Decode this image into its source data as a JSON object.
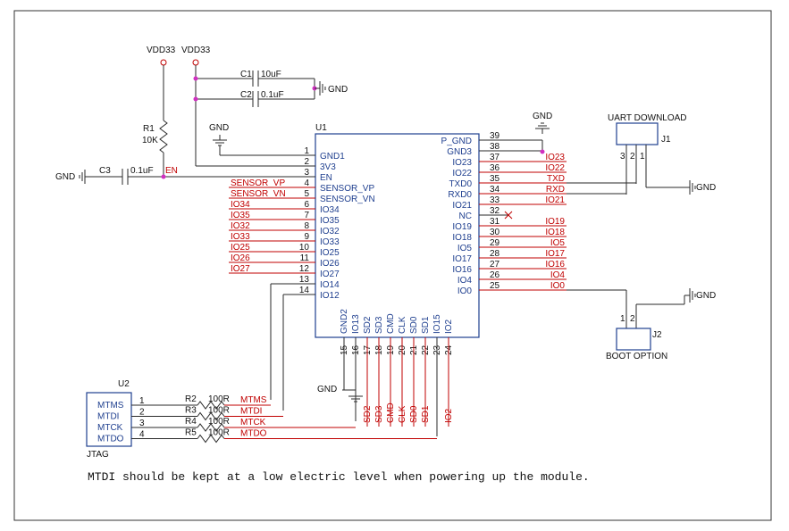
{
  "power": {
    "vdd_left": "VDD33",
    "vdd_right": "VDD33",
    "gnd": "GND"
  },
  "components": {
    "r1": {
      "ref": "R1",
      "value": "10K"
    },
    "c1": {
      "ref": "C1",
      "value": "10uF"
    },
    "c2": {
      "ref": "C2",
      "value": "0.1uF"
    },
    "c3": {
      "ref": "C3",
      "value": "0.1uF"
    },
    "r2": {
      "ref": "R2",
      "value": "100R"
    },
    "r3": {
      "ref": "R3",
      "value": "100R"
    },
    "r4": {
      "ref": "R4",
      "value": "100R"
    },
    "r5": {
      "ref": "R5",
      "value": "100R"
    }
  },
  "u1": {
    "ref": "U1",
    "left_pins": [
      {
        "num": "1",
        "name": "GND1",
        "net": ""
      },
      {
        "num": "2",
        "name": "3V3",
        "net": ""
      },
      {
        "num": "3",
        "name": "EN",
        "net": "EN"
      },
      {
        "num": "4",
        "name": "SENSOR_VP",
        "net": "SENSOR_VP"
      },
      {
        "num": "5",
        "name": "SENSOR_VN",
        "net": "SENSOR_VN"
      },
      {
        "num": "6",
        "name": "IO34",
        "net": "IO34"
      },
      {
        "num": "7",
        "name": "IO35",
        "net": "IO35"
      },
      {
        "num": "8",
        "name": "IO32",
        "net": "IO32"
      },
      {
        "num": "9",
        "name": "IO33",
        "net": "IO33"
      },
      {
        "num": "10",
        "name": "IO25",
        "net": "IO25"
      },
      {
        "num": "11",
        "name": "IO26",
        "net": "IO26"
      },
      {
        "num": "12",
        "name": "IO27",
        "net": "IO27"
      },
      {
        "num": "13",
        "name": "IO14",
        "net": ""
      },
      {
        "num": "14",
        "name": "IO12",
        "net": ""
      }
    ],
    "right_pins": [
      {
        "num": "39",
        "name": "P_GND",
        "net": ""
      },
      {
        "num": "38",
        "name": "GND3",
        "net": ""
      },
      {
        "num": "37",
        "name": "IO23",
        "net": "IO23"
      },
      {
        "num": "36",
        "name": "IO22",
        "net": "IO22"
      },
      {
        "num": "35",
        "name": "TXD0",
        "net": "TXD"
      },
      {
        "num": "34",
        "name": "RXD0",
        "net": "RXD"
      },
      {
        "num": "33",
        "name": "IO21",
        "net": "IO21"
      },
      {
        "num": "32",
        "name": "NC",
        "net": ""
      },
      {
        "num": "31",
        "name": "IO19",
        "net": "IO19"
      },
      {
        "num": "30",
        "name": "IO18",
        "net": "IO18"
      },
      {
        "num": "29",
        "name": "IO5",
        "net": "IO5"
      },
      {
        "num": "28",
        "name": "IO17",
        "net": "IO17"
      },
      {
        "num": "27",
        "name": "IO16",
        "net": "IO16"
      },
      {
        "num": "26",
        "name": "IO4",
        "net": "IO4"
      },
      {
        "num": "25",
        "name": "IO0",
        "net": "IO0"
      }
    ],
    "bottom_pins": [
      {
        "num": "15",
        "name": "GND2",
        "net": ""
      },
      {
        "num": "16",
        "name": "IO13",
        "net": ""
      },
      {
        "num": "17",
        "name": "SD2",
        "net": "SD2"
      },
      {
        "num": "18",
        "name": "SD3",
        "net": "SD3"
      },
      {
        "num": "19",
        "name": "CMD",
        "net": "CMD"
      },
      {
        "num": "20",
        "name": "CLK",
        "net": "CLK"
      },
      {
        "num": "21",
        "name": "SD0",
        "net": "SD0"
      },
      {
        "num": "22",
        "name": "SD1",
        "net": "SD1"
      },
      {
        "num": "23",
        "name": "IO15",
        "net": ""
      },
      {
        "num": "24",
        "name": "IO2",
        "net": "IO2"
      }
    ]
  },
  "u2": {
    "ref": "U2",
    "label": "JTAG",
    "pins": [
      {
        "num": "1",
        "name": "MTMS",
        "net": "MTMS"
      },
      {
        "num": "2",
        "name": "MTDI",
        "net": "MTDI"
      },
      {
        "num": "3",
        "name": "MTCK",
        "net": "MTCK"
      },
      {
        "num": "4",
        "name": "MTDO",
        "net": "MTDO"
      }
    ]
  },
  "j1": {
    "ref": "J1",
    "label": "UART DOWNLOAD",
    "pins": [
      "3",
      "2",
      "1"
    ]
  },
  "j2": {
    "ref": "J2",
    "label": "BOOT OPTION",
    "pins": [
      "1",
      "2"
    ]
  },
  "note": "MTDI should be kept at a low electric level when powering up the module."
}
